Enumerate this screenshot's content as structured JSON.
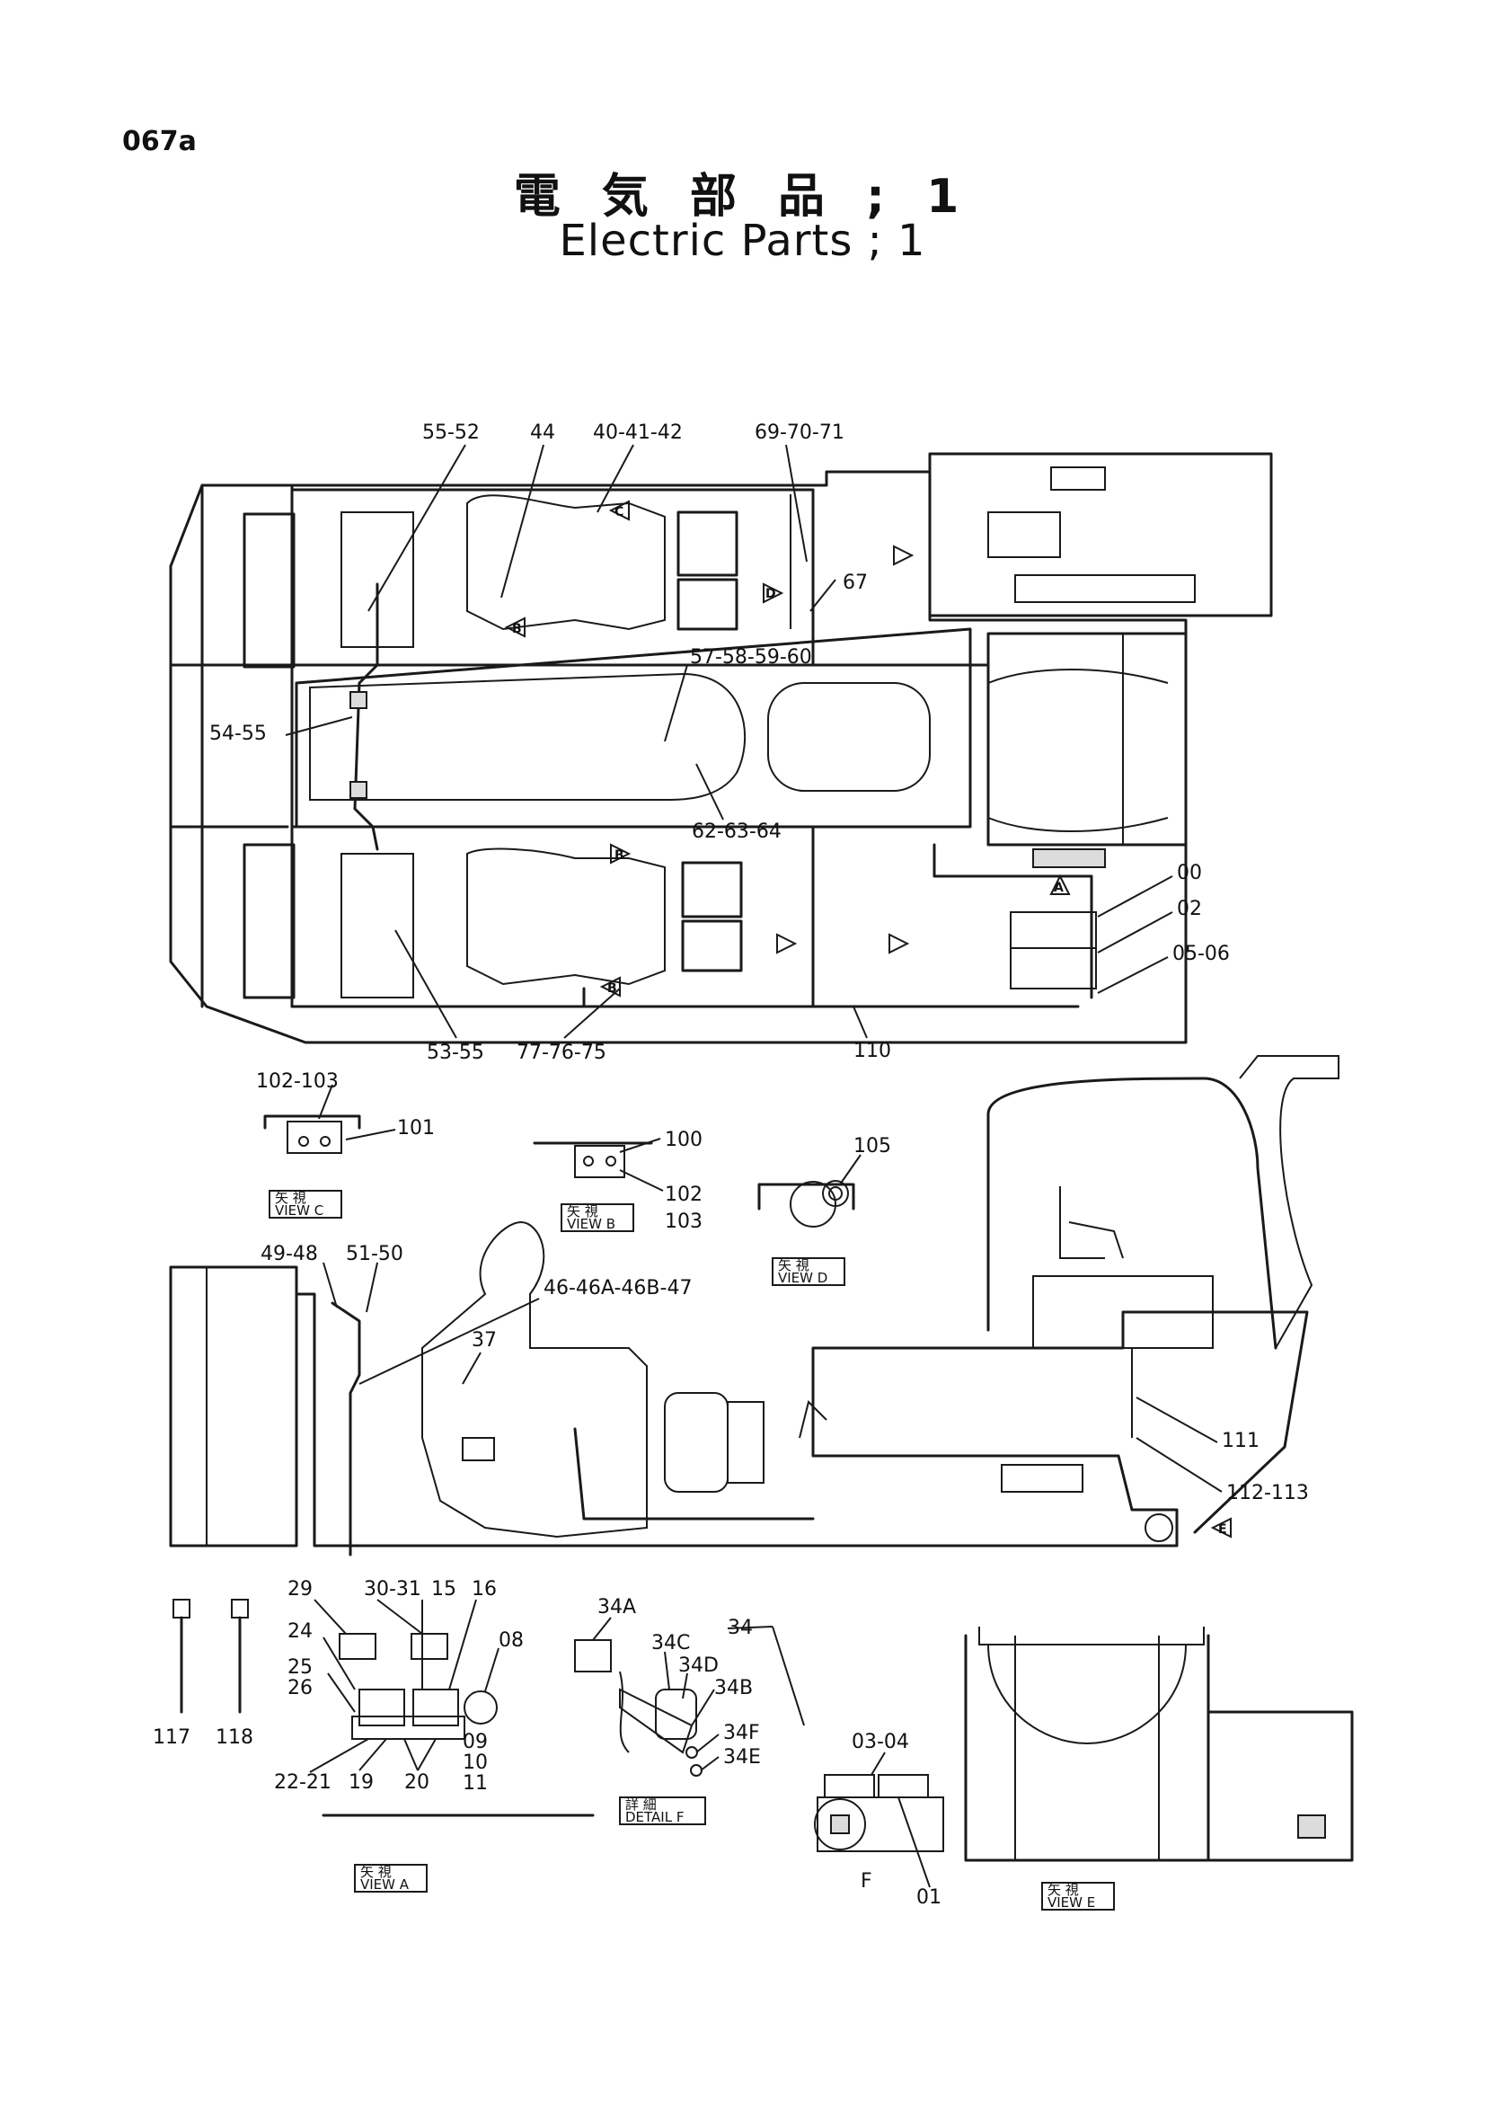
{
  "page_id": "067a",
  "title_jp": "電 気 部 品 ; 1",
  "title_en": "Electric Parts ; 1",
  "callouts": {
    "c55_52": "55-52",
    "c44": "44",
    "c40_41_42": "40-41-42",
    "c69_70_71": "69-70-71",
    "c67": "67",
    "c57_60": "57-58-59-60",
    "c54_55": "54-55",
    "c62_64": "62-63-64",
    "c00": "00",
    "c02": "02",
    "c05_06": "05-06",
    "c53_55": "53-55",
    "c77_75": "77-76-75",
    "c110": "110",
    "c102_103_top": "102-103",
    "c101": "101",
    "c100": "100",
    "c102": "102",
    "c103": "103",
    "c105": "105",
    "c49_48": "49-48",
    "c51_50": "51-50",
    "c46_47": "46-46A-46B-47",
    "c37": "37",
    "c111": "111",
    "c112_113": "112-113",
    "c29": "29",
    "c30_31": "30-31",
    "c15": "15",
    "c16": "16",
    "c24": "24",
    "c25": "25",
    "c26": "26",
    "c08": "08",
    "c09": "09",
    "c10": "10",
    "c11": "11",
    "c22_21": "22-21",
    "c19": "19",
    "c20": "20",
    "c117": "117",
    "c118": "118",
    "c34A": "34A",
    "c34": "34",
    "c34C": "34C",
    "c34D": "34D",
    "c34B": "34B",
    "c34F": "34F",
    "c34E": "34E",
    "c03_04": "03-04",
    "c01": "01",
    "cF": "F"
  },
  "view_tags": {
    "view_c": {
      "kanji": "矢 視",
      "label": "VIEW C"
    },
    "view_b": {
      "kanji": "矢 視",
      "label": "VIEW B"
    },
    "view_d": {
      "kanji": "矢 視",
      "label": "VIEW D"
    },
    "view_a": {
      "kanji": "矢 視",
      "label": "VIEW A"
    },
    "detail_f": {
      "kanji": "詳 細",
      "label": "DETAIL F"
    },
    "view_e": {
      "kanji": "矢 視",
      "label": "VIEW E"
    }
  },
  "view_arrows": {
    "c": "C",
    "b": "B",
    "d": "D",
    "a": "A",
    "e": "E"
  }
}
